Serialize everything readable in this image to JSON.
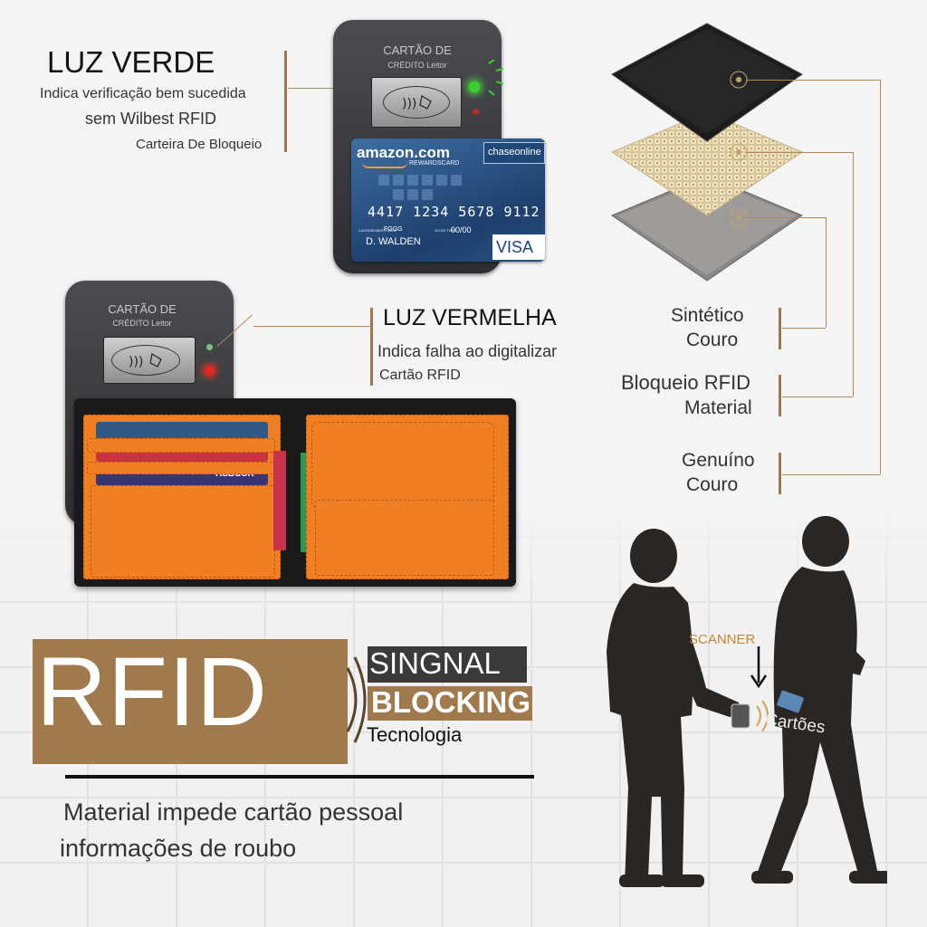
{
  "green_light": {
    "title": "LUZ VERDE",
    "line1": "Indica verificação bem sucedida",
    "line2": "sem Wilbest RFID",
    "line3": "Carteira De Bloqueio"
  },
  "red_light": {
    "title": "LUZ VERMELHA",
    "line1": "Indica falha ao digitalizar",
    "line2": "Cartão RFID"
  },
  "reader": {
    "label": "CARTÃO DE",
    "sublabel": "CRÉDITO Leitor"
  },
  "card": {
    "brand": "amazon.com",
    "rewards": "REWARDSCARD",
    "issuer": "chaseonline",
    "number": "4417 1234 5678 9112",
    "member_label": "CARDMEMBER SINCE",
    "since": "FGGG",
    "valid_label": "GOOD THRU",
    "expiry": "00/00",
    "holder": "D. WALDEN",
    "network": "VISA"
  },
  "wallet_cards": {
    "hsbc": "HSBCUK"
  },
  "layers": {
    "synthetic_line1": "Sintético",
    "synthetic_line2": "Couro",
    "rfid_line1": "Bloqueio RFID",
    "rfid_line2": "Material",
    "genuine_line1": "Genuíno",
    "genuine_line2": "Couro"
  },
  "banner": {
    "rfid": "RFID",
    "signal": "SINGNAL",
    "blocking": "BLOCKING",
    "tech": "Tecnologia"
  },
  "tagline": {
    "line1": "Material impede cartão pessoal",
    "line2": "informações de roubo"
  },
  "scene": {
    "scanner": "SCANNER",
    "cards": "Cartões"
  },
  "colors": {
    "accent_brown": "#a07a4c",
    "wallet_orange": "#f07e22",
    "led_green": "#3bd12b",
    "led_red": "#e3261c"
  }
}
